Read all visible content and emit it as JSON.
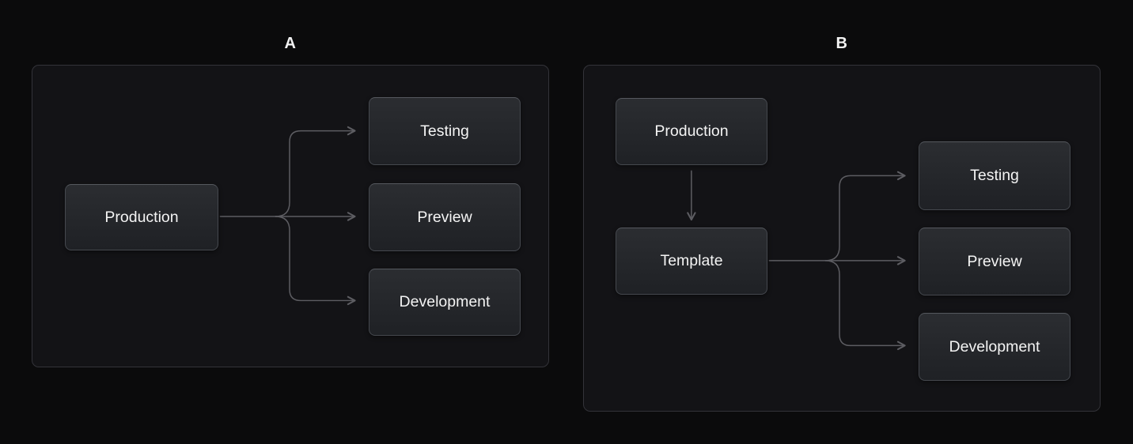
{
  "colors": {
    "page_bg": "#0b0b0c",
    "panel_bg": "#131316",
    "panel_border": "#333339",
    "node_fill_top": "#2b2d31",
    "node_fill_bottom": "#1f2125",
    "node_border": "#45484e",
    "node_text": "#f4f4f4",
    "edge_line": "#5d5d62",
    "label_text": "#f2f2f2"
  },
  "panels": [
    {
      "label": "A",
      "nodes": [
        {
          "id": "production",
          "label": "Production"
        },
        {
          "id": "testing",
          "label": "Testing"
        },
        {
          "id": "preview",
          "label": "Preview"
        },
        {
          "id": "development",
          "label": "Development"
        }
      ],
      "edges": [
        {
          "from": "production",
          "to": "testing"
        },
        {
          "from": "production",
          "to": "preview"
        },
        {
          "from": "production",
          "to": "development"
        }
      ]
    },
    {
      "label": "B",
      "nodes": [
        {
          "id": "production",
          "label": "Production"
        },
        {
          "id": "template",
          "label": "Template"
        },
        {
          "id": "testing",
          "label": "Testing"
        },
        {
          "id": "preview",
          "label": "Preview"
        },
        {
          "id": "development",
          "label": "Development"
        }
      ],
      "edges": [
        {
          "from": "production",
          "to": "template"
        },
        {
          "from": "template",
          "to": "testing"
        },
        {
          "from": "template",
          "to": "preview"
        },
        {
          "from": "template",
          "to": "development"
        }
      ]
    }
  ]
}
